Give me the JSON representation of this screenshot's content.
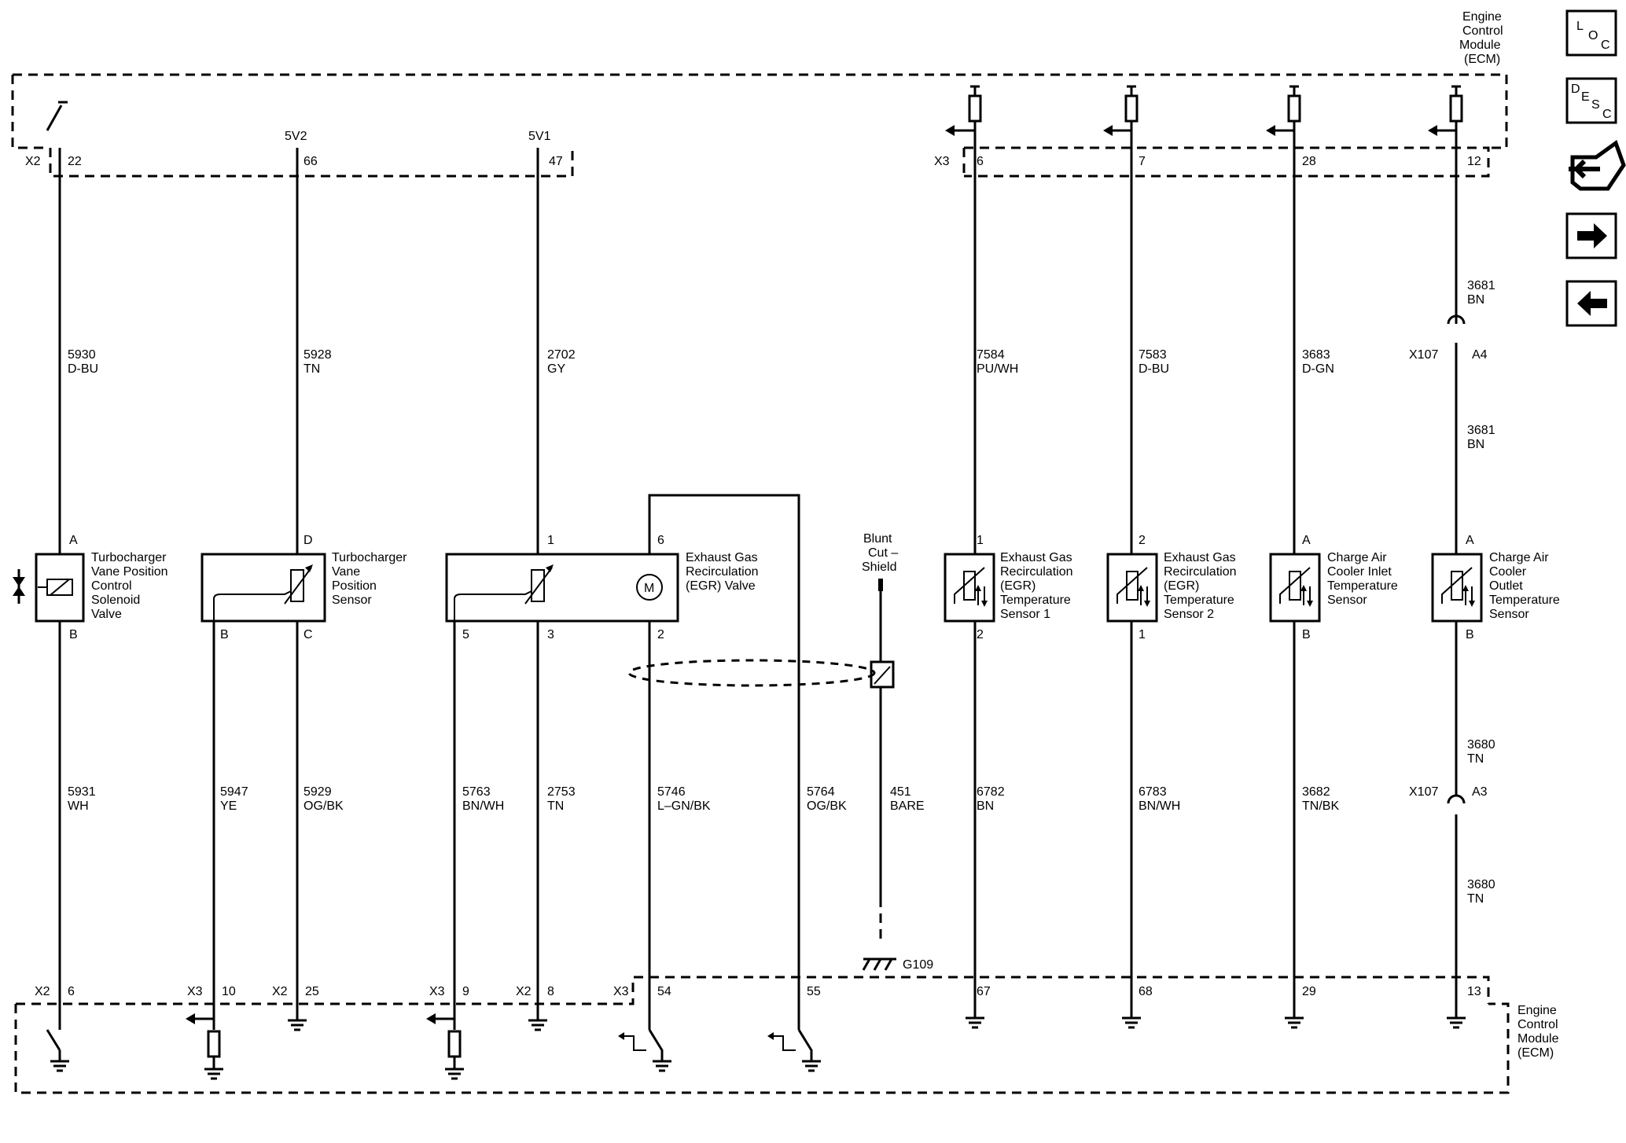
{
  "ecm": {
    "top_label": [
      "Engine",
      "Control",
      "Module",
      "(ECM)"
    ],
    "bottom_label": [
      "Engine",
      "Control",
      "Module",
      "(ECM)"
    ]
  },
  "nav": {
    "loc": [
      "L",
      "O",
      "C"
    ],
    "desc": [
      "D",
      "E",
      "S",
      "C"
    ],
    "icons": [
      "loc-icon",
      "desc-icon",
      "connector-icon",
      "next-arrow-icon",
      "prev-arrow-icon"
    ]
  },
  "top_connectors": [
    "X2",
    "X3"
  ],
  "top_pins": [
    "22",
    "66",
    "47",
    "6",
    "7",
    "28",
    "12"
  ],
  "supply": [
    "5V2",
    "5V1"
  ],
  "upper_wires": [
    {
      "circuit": "5930",
      "color": "D-BU"
    },
    {
      "circuit": "5928",
      "color": "TN"
    },
    {
      "circuit": "2702",
      "color": "GY"
    },
    {
      "circuit": "7584",
      "color": "PU/WH"
    },
    {
      "circuit": "7583",
      "color": "D-BU"
    },
    {
      "circuit": "3683",
      "color": "D-GN"
    },
    {
      "circuit": "3681",
      "color": "BN"
    },
    {
      "circuit": "3681",
      "color": "BN"
    }
  ],
  "inline_connectors": [
    {
      "name": "X107",
      "pin": "A4"
    },
    {
      "name": "X107",
      "pin": "A3"
    }
  ],
  "components": [
    {
      "pins": [
        "A",
        "B"
      ],
      "name": [
        "Turbocharger",
        "Vane Position",
        "Control",
        "Solenoid",
        "Valve"
      ]
    },
    {
      "pins": [
        "D",
        "B",
        "C"
      ],
      "name": [
        "Turbocharger",
        "Vane",
        "Position",
        "Sensor"
      ]
    },
    {
      "pins": [
        "1",
        "6",
        "5",
        "3",
        "2"
      ],
      "name": [
        "Exhaust Gas",
        "Recirculation",
        "(EGR) Valve"
      ],
      "motor": "M"
    },
    {
      "pins": [
        "1",
        "2"
      ],
      "name": [
        "Exhaust Gas",
        "Recirculation",
        "(EGR)",
        "Temperature",
        "Sensor 1"
      ]
    },
    {
      "pins": [
        "2",
        "1"
      ],
      "name": [
        "Exhaust Gas",
        "Recirculation",
        "(EGR)",
        "Temperature",
        "Sensor 2"
      ]
    },
    {
      "pins": [
        "A",
        "B"
      ],
      "name": [
        "Charge Air",
        "Cooler Inlet",
        "Temperature",
        "Sensor"
      ]
    },
    {
      "pins": [
        "A",
        "B"
      ],
      "name": [
        "Charge Air",
        "Cooler",
        "Outlet",
        "Temperature",
        "Sensor"
      ]
    }
  ],
  "shield": {
    "label": [
      "Blunt",
      "Cut –",
      "Shield"
    ],
    "ground": "G109"
  },
  "lower_wires": [
    {
      "circuit": "5931",
      "color": "WH"
    },
    {
      "circuit": "5947",
      "color": "YE"
    },
    {
      "circuit": "5929",
      "color": "OG/BK"
    },
    {
      "circuit": "5763",
      "color": "BN/WH"
    },
    {
      "circuit": "2753",
      "color": "TN"
    },
    {
      "circuit": "5746",
      "color": "L–GN/BK"
    },
    {
      "circuit": "5764",
      "color": "OG/BK"
    },
    {
      "circuit": "451",
      "color": "BARE"
    },
    {
      "circuit": "6782",
      "color": "BN"
    },
    {
      "circuit": "6783",
      "color": "BN/WH"
    },
    {
      "circuit": "3682",
      "color": "TN/BK"
    },
    {
      "circuit": "3680",
      "color": "TN"
    },
    {
      "circuit": "3680",
      "color": "TN"
    }
  ],
  "bottom_connectors": [
    "X2",
    "X3",
    "X2",
    "X3",
    "X2",
    "X3"
  ],
  "bottom_pins": [
    "6",
    "10",
    "25",
    "9",
    "8",
    "54",
    "55",
    "67",
    "68",
    "29",
    "13"
  ]
}
